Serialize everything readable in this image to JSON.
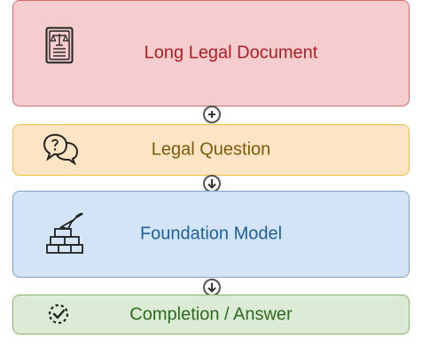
{
  "boxes": {
    "document": {
      "label": "Long Legal Document",
      "icon": "legal-document-icon"
    },
    "question": {
      "label": "Legal Question",
      "icon": "question-bubbles-icon"
    },
    "model": {
      "label": "Foundation Model",
      "icon": "brick-wall-trowel-icon"
    },
    "answer": {
      "label": "Completion / Answer",
      "icon": "completion-check-icon"
    }
  },
  "connectors": [
    {
      "icon": "plus-icon"
    },
    {
      "icon": "arrow-down-icon"
    },
    {
      "icon": "arrow-down-icon"
    }
  ],
  "colors": {
    "document_fill": "#f6cdce",
    "document_border": "#d66a6d",
    "document_text": "#b01c23",
    "question_fill": "#fde4c5",
    "question_border": "#e9c043",
    "question_text": "#7b5a0a",
    "model_fill": "#d2e4f5",
    "model_border": "#7fa2c9",
    "model_text": "#1f5f9b",
    "answer_fill": "#dcebd5",
    "answer_border": "#87b26a",
    "answer_text": "#2c6b1d"
  }
}
